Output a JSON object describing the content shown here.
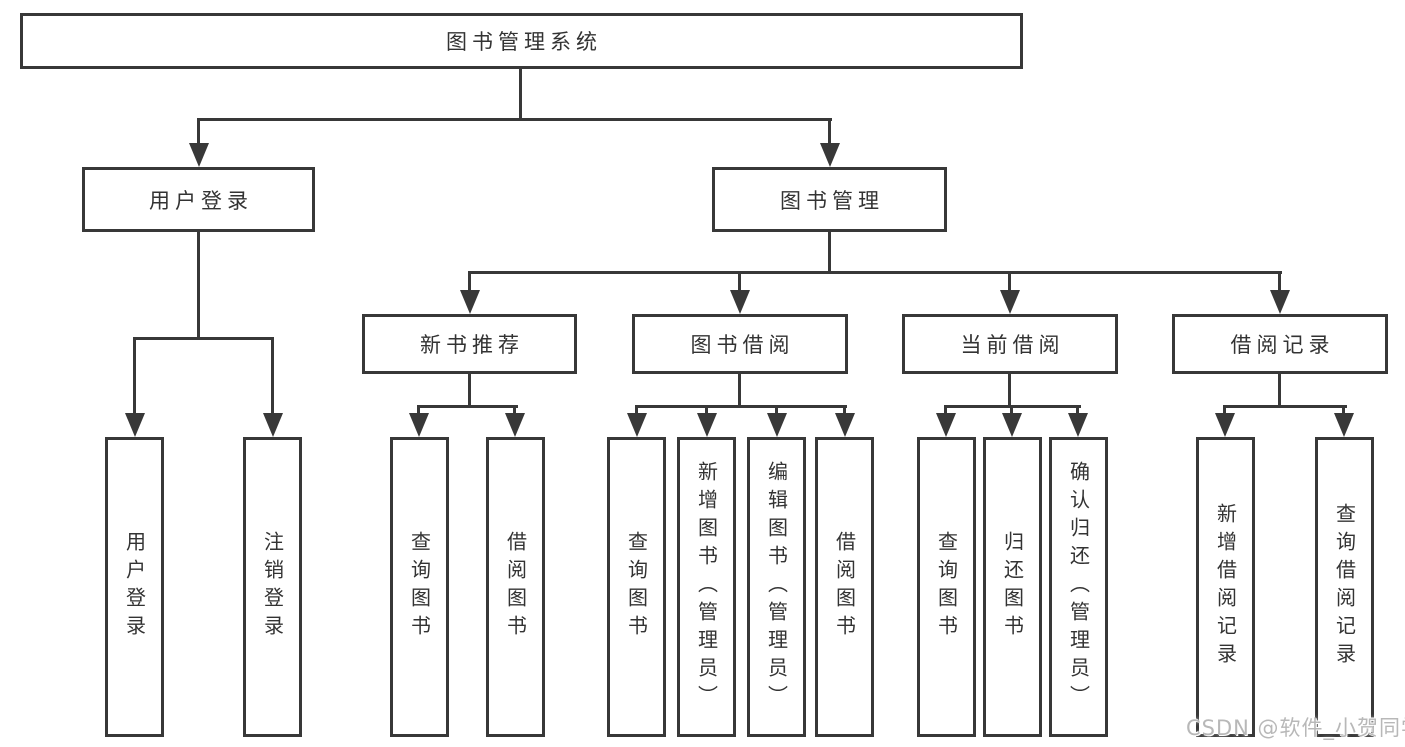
{
  "tree": {
    "root": "图书管理系统",
    "branches": [
      {
        "label": "用户登录",
        "children": [
          "用户登录",
          "注销登录"
        ]
      },
      {
        "label": "图书管理",
        "sections": [
          {
            "label": "新书推荐",
            "children": [
              "查询图书",
              "借阅图书"
            ]
          },
          {
            "label": "图书借阅",
            "children": [
              "查询图书",
              "新增图书（管理员）",
              "编辑图书（管理员）",
              "借阅图书"
            ]
          },
          {
            "label": "当前借阅",
            "children": [
              "查询图书",
              "归还图书",
              "确认归还（管理员）"
            ]
          },
          {
            "label": "借阅记录",
            "children": [
              "新增借阅记录",
              "查询借阅记录"
            ]
          }
        ]
      }
    ]
  },
  "watermark": "CSDN @软件_小贺同学",
  "colors": {
    "line": "#383838",
    "text": "#333333",
    "watermark": "#b8b8b8",
    "background": "#ffffff"
  }
}
